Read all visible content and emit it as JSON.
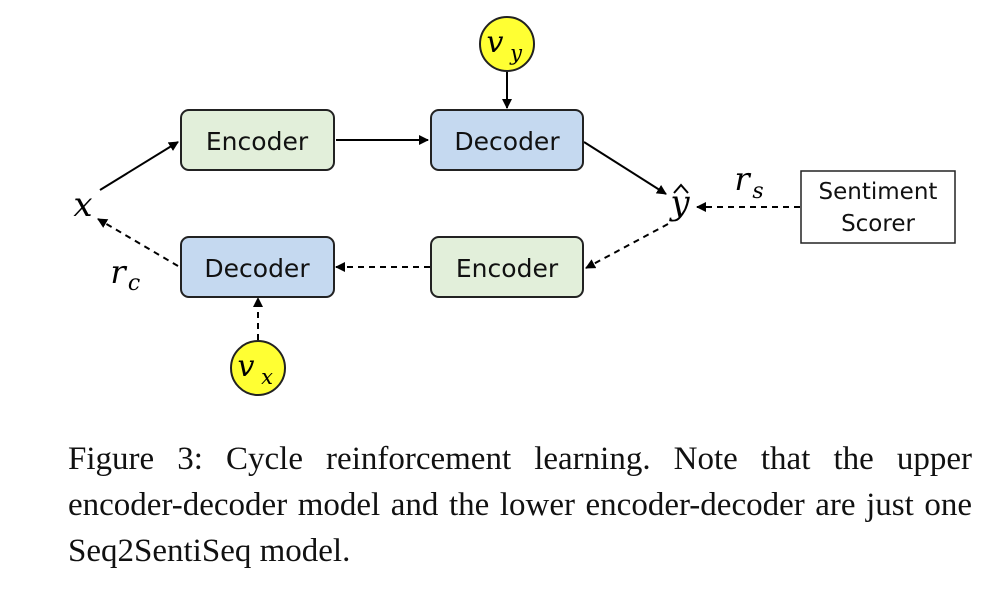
{
  "diagram": {
    "top_encoder": "Encoder",
    "top_decoder": "Decoder",
    "bottom_encoder": "Encoder",
    "bottom_decoder": "Decoder",
    "scorer_line1": "Sentiment",
    "scorer_line2": "Scorer",
    "x_label": "x",
    "y_hat_label": "y",
    "rs_label": "r",
    "rs_sub": "s",
    "rc_label": "r",
    "rc_sub": "c",
    "vy_label": "v",
    "vy_sub": "y",
    "vx_label": "v",
    "vx_sub": "x",
    "colors": {
      "encoder_fill": "#e2efda",
      "decoder_fill": "#c5d9f0",
      "vector_fill": "#ffff33",
      "stroke": "#222222"
    }
  },
  "caption": "Figure 3: Cycle reinforcement learning. Note that the upper encoder-decoder model and the lower encoder-decoder are just one Seq2SentiSeq model."
}
